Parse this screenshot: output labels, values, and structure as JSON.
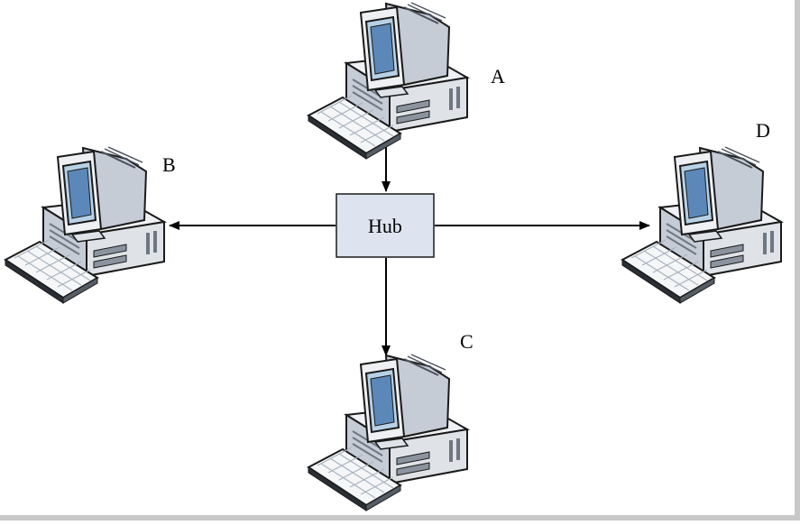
{
  "diagram": {
    "hub": {
      "label": "Hub",
      "fill": "#dde4f0",
      "stroke": "#1a1a1a"
    },
    "computers": [
      {
        "id": "A",
        "label": "A"
      },
      {
        "id": "B",
        "label": "B"
      },
      {
        "id": "C",
        "label": "C"
      },
      {
        "id": "D",
        "label": "D"
      }
    ],
    "connections": [
      {
        "from": "A",
        "to": "Hub"
      },
      {
        "from": "Hub",
        "to": "B"
      },
      {
        "from": "Hub",
        "to": "C"
      },
      {
        "from": "Hub",
        "to": "D"
      }
    ],
    "colors": {
      "line": "#000000",
      "outline": "#1a1a1a",
      "body_light": "#eef0f3",
      "body_side": "#c5ccd6",
      "body_dark": "#8a939e",
      "screen_frame": "#b7d1e6",
      "screen": "#5b88b8",
      "keyboard": "#f4f6f8",
      "keys": "#d3dae2"
    },
    "icons": {
      "computer": "desktop-computer-icon",
      "keyboard": "keyboard-icon"
    }
  }
}
